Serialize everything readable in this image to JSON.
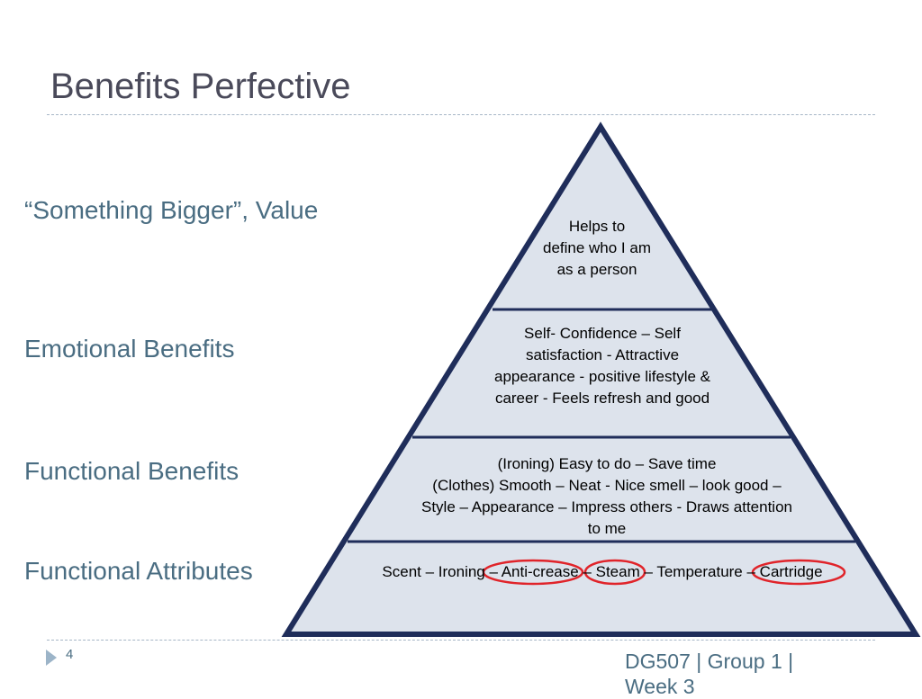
{
  "slide": {
    "title": "Benefits Perfective",
    "slide_number": "4",
    "footer": "DG507 | Group 1 | Week 3"
  },
  "levels": [
    {
      "label": "“Something Bigger”, Value",
      "content": [
        "Helps to",
        "define who I am",
        "as a person"
      ]
    },
    {
      "label": "Emotional Benefits",
      "content": [
        "Self- Confidence – Self",
        "satisfaction - Attractive",
        "appearance - positive lifestyle &",
        "career - Feels refresh and good"
      ]
    },
    {
      "label": "Functional Benefits",
      "content": [
        "(Ironing) Easy to do – Save time",
        "(Clothes) Smooth – Neat - Nice smell – look good –",
        "Style – Appearance – Impress others - Draws attention",
        "to me"
      ]
    },
    {
      "label": "Functional Attributes",
      "content": [
        "Scent – Ironing – Anti-crease – Steam – Temperature – Cartridge"
      ]
    }
  ],
  "colors": {
    "pyramid_fill": "#dde3ec",
    "pyramid_border": "#1f2d5a",
    "highlight_circle": "#e0242a"
  }
}
